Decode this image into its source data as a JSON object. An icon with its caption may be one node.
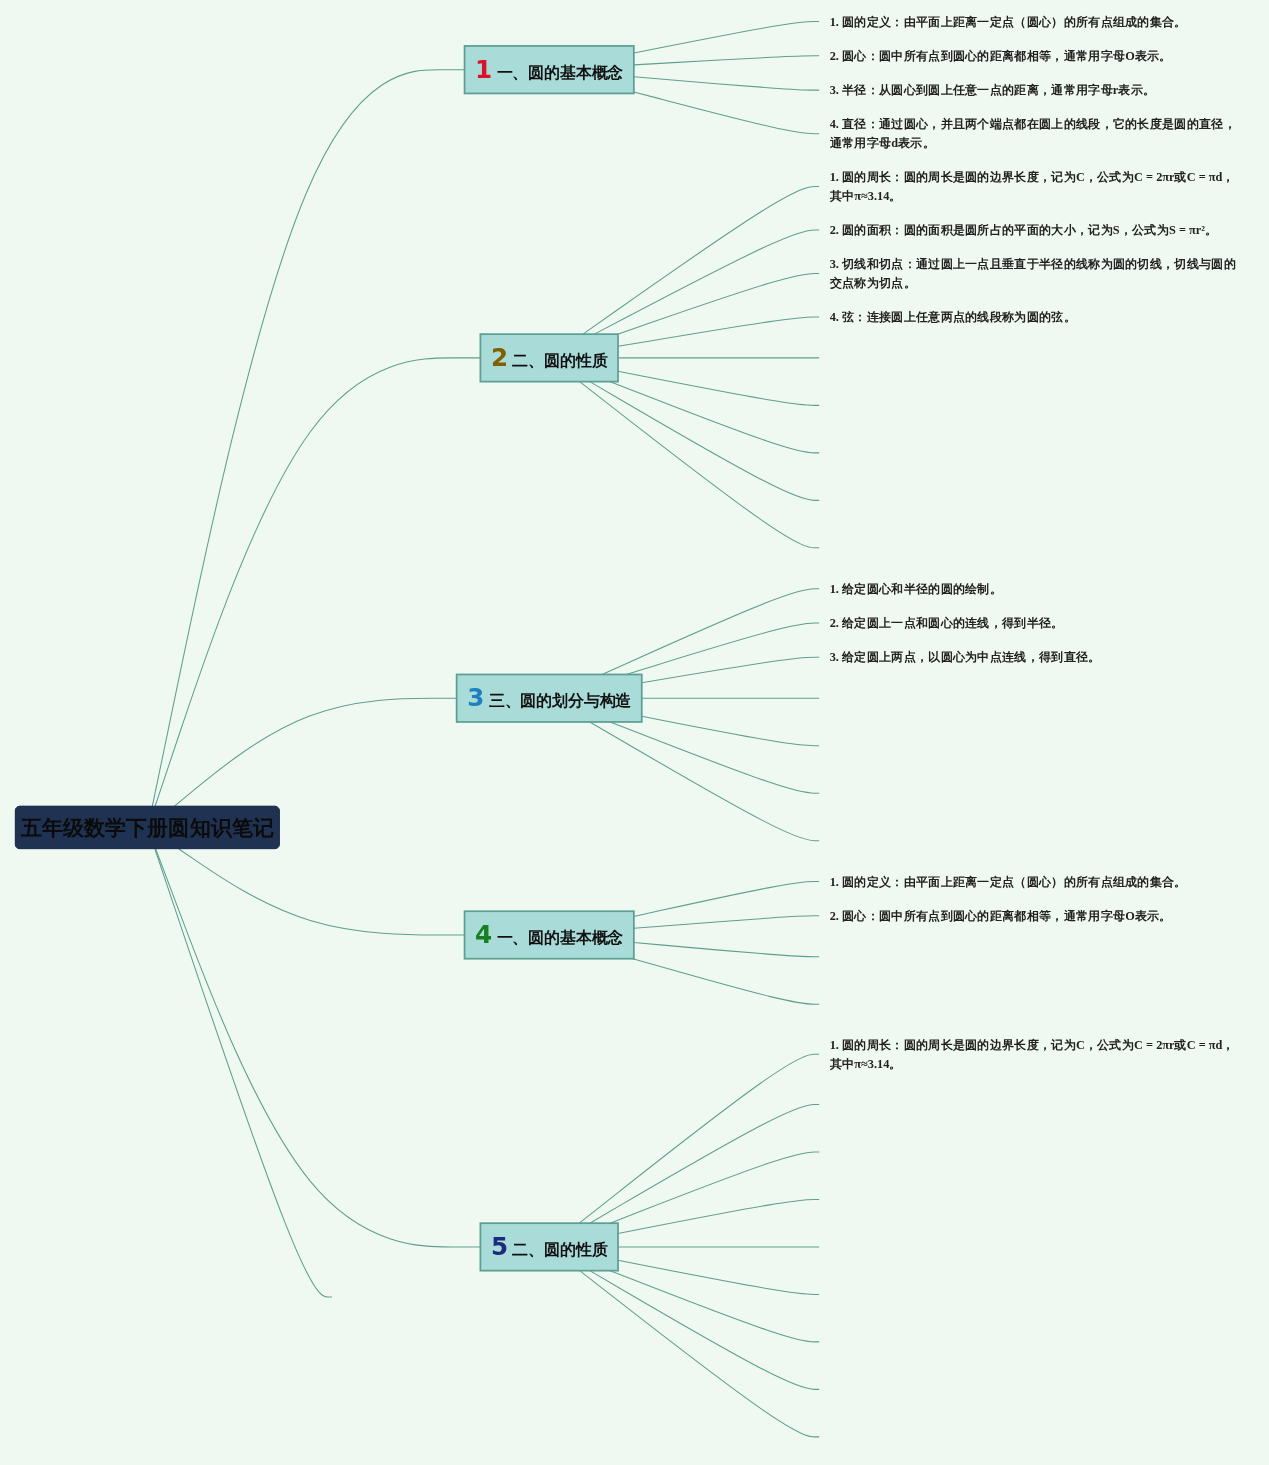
{
  "diagram": {
    "nodes": [
      {
        "text": [
          "五年级数学下册圆知识笔记"
        ]
      },
      {
        "text": [
          "1",
          "一、圆的基本概念"
        ]
      },
      {
        "text": [
          "1. 圆的定义：由平面上距离一定点（圆心）的所有点组成的集合。"
        ]
      },
      {
        "text": [
          "2. 圆心：圆中所有点到圆心的距离都相等，通常用字母O表示。"
        ]
      },
      {
        "text": [
          "3. 半径：从圆心到圆上任意一点的距离，通常用字母r表示。"
        ]
      },
      {
        "text": [
          "4. 直径：通过圆心，并且两个端点都在圆上的线段，它的长度是圆的直径，通常用字母d表示。"
        ]
      },
      {
        "text": [
          "2",
          "二、圆的性质"
        ]
      },
      {
        "text": [
          "1. 圆的周长：圆的周长是圆的边界长度，记为C，公式为C = 2πr或C = πd，其中π≈3.14。"
        ]
      },
      {
        "text": [
          "2. 圆的面积：圆的面积是圆所占的平面的大小，记为S，公式为S = πr²。"
        ]
      },
      {
        "text": [
          "3. 切线和切点：通过圆上一点且垂直于半径的线称为圆的切线，切线与圆的交点称为切点。"
        ]
      },
      {
        "text": [
          "4. 弦：连接圆上任意两点的线段称为圆的弦。"
        ]
      },
      {
        "text": [
          "3",
          "三、圆的划分与构造"
        ]
      },
      {
        "text": [
          "1. 给定圆心和半径的圆的绘制。"
        ]
      },
      {
        "text": [
          "2. 给定圆上一点和圆心的连线，得到半径。"
        ]
      },
      {
        "text": [
          "3. 给定圆上两点，以圆心为中点连线，得到直径。"
        ]
      },
      {
        "text": [
          "4",
          "一、圆的基本概念"
        ]
      },
      {
        "text": [
          "1. 圆的定义：由平面上距离一定点（圆心）的所有点组成的集合。"
        ]
      },
      {
        "text": [
          "2. 圆心：圆中所有点到圆心的距离都相等，通常用字母O表示。"
        ]
      },
      {
        "text": [
          "5",
          "二、圆的性质"
        ]
      },
      {
        "text": [
          "1. 圆的周长：圆的周长是圆的边界长度，记为C，公式为C = 2πr或C = πd，其中π≈3.14。"
        ]
      }
    ],
    "edges": [
      {
        "from": 0,
        "to": 1,
        "arrow": "none"
      },
      {
        "from": 1,
        "to": 2,
        "arrow": "none"
      },
      {
        "from": 1,
        "to": 3,
        "arrow": "none"
      },
      {
        "from": 1,
        "to": 4,
        "arrow": "none"
      },
      {
        "from": 1,
        "to": 5,
        "arrow": "none"
      },
      {
        "from": 0,
        "to": 6,
        "arrow": "none"
      },
      {
        "from": 6,
        "to": 7,
        "arrow": "none"
      },
      {
        "from": 6,
        "to": 8,
        "arrow": "none"
      },
      {
        "from": 6,
        "to": 9,
        "arrow": "none"
      },
      {
        "from": 6,
        "to": 10,
        "arrow": "none"
      },
      {
        "from": 6,
        "to": null,
        "arrow": "none"
      },
      {
        "from": 6,
        "to": null,
        "arrow": "none"
      },
      {
        "from": 6,
        "to": null,
        "arrow": "none"
      },
      {
        "from": 6,
        "to": null,
        "arrow": "none"
      },
      {
        "from": 6,
        "to": null,
        "arrow": "none"
      },
      {
        "from": 0,
        "to": 11,
        "arrow": "none"
      },
      {
        "from": 11,
        "to": 12,
        "arrow": "none"
      },
      {
        "from": 11,
        "to": 13,
        "arrow": "none"
      },
      {
        "from": 11,
        "to": 14,
        "arrow": "none"
      },
      {
        "from": 11,
        "to": null,
        "arrow": "none"
      },
      {
        "from": 11,
        "to": null,
        "arrow": "none"
      },
      {
        "from": 11,
        "to": null,
        "arrow": "none"
      },
      {
        "from": 11,
        "to": null,
        "arrow": "none"
      },
      {
        "from": 0,
        "to": 15,
        "arrow": "none"
      },
      {
        "from": 15,
        "to": 16,
        "arrow": "none"
      },
      {
        "from": 15,
        "to": 17,
        "arrow": "none"
      },
      {
        "from": 15,
        "to": null,
        "arrow": "none"
      },
      {
        "from": 15,
        "to": null,
        "arrow": "none"
      },
      {
        "from": 0,
        "to": 18,
        "arrow": "none"
      },
      {
        "from": 18,
        "to": 19,
        "arrow": "none"
      },
      {
        "from": 18,
        "to": null,
        "arrow": "none"
      },
      {
        "from": 18,
        "to": null,
        "arrow": "none"
      },
      {
        "from": 18,
        "to": null,
        "arrow": "none"
      },
      {
        "from": 18,
        "to": null,
        "arrow": "none"
      },
      {
        "from": 18,
        "to": null,
        "arrow": "none"
      },
      {
        "from": 18,
        "to": null,
        "arrow": "none"
      },
      {
        "from": 18,
        "to": null,
        "arrow": "none"
      },
      {
        "from": 18,
        "to": null,
        "arrow": "none"
      },
      {
        "from": 0,
        "to": null,
        "arrow": "none"
      }
    ]
  }
}
